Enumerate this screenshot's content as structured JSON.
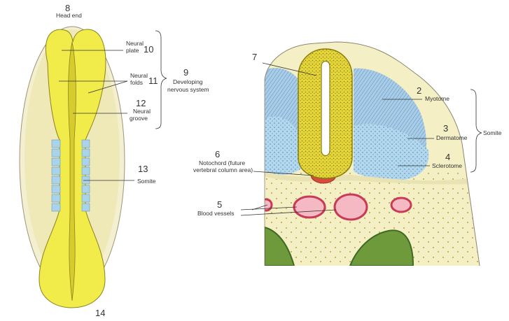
{
  "labels": {
    "n1": "2",
    "t1": "Myotome",
    "n2": "3",
    "t2": "Dermatome",
    "n3": "4",
    "t3": "Sclerotome",
    "somite_group": "Somite",
    "n5": "5",
    "t5": "Blood vessels",
    "n6": "6",
    "t6a": "Notochord (future",
    "t6b": "vertebral column area)",
    "n7": "7",
    "n8": "8",
    "t8": "Head end",
    "n9": "9",
    "t9a": "Developing",
    "t9b": "nervous system",
    "n10": "10",
    "t10a": "Neural",
    "t10b": "plate",
    "n11": "11",
    "t11a": "Neural",
    "t11b": "folds",
    "n12": "12",
    "t12a": "Neural",
    "t12b": "groove",
    "n13": "13",
    "t13": "Somite",
    "n14": "14"
  },
  "colors": {
    "ectoderm_pale": "#efe9b8",
    "neural_yellow": "#f1ec4a",
    "neural_tube_speckle": "#c9b820",
    "somite_blue": "#a9d3ea",
    "notochord_red": "#d64b3c",
    "mesenchyme": "#f4efc4",
    "vessel_pink": "#f5b9c4",
    "vessel_rim": "#c83a55",
    "gut_green": "#6f9a3c"
  }
}
